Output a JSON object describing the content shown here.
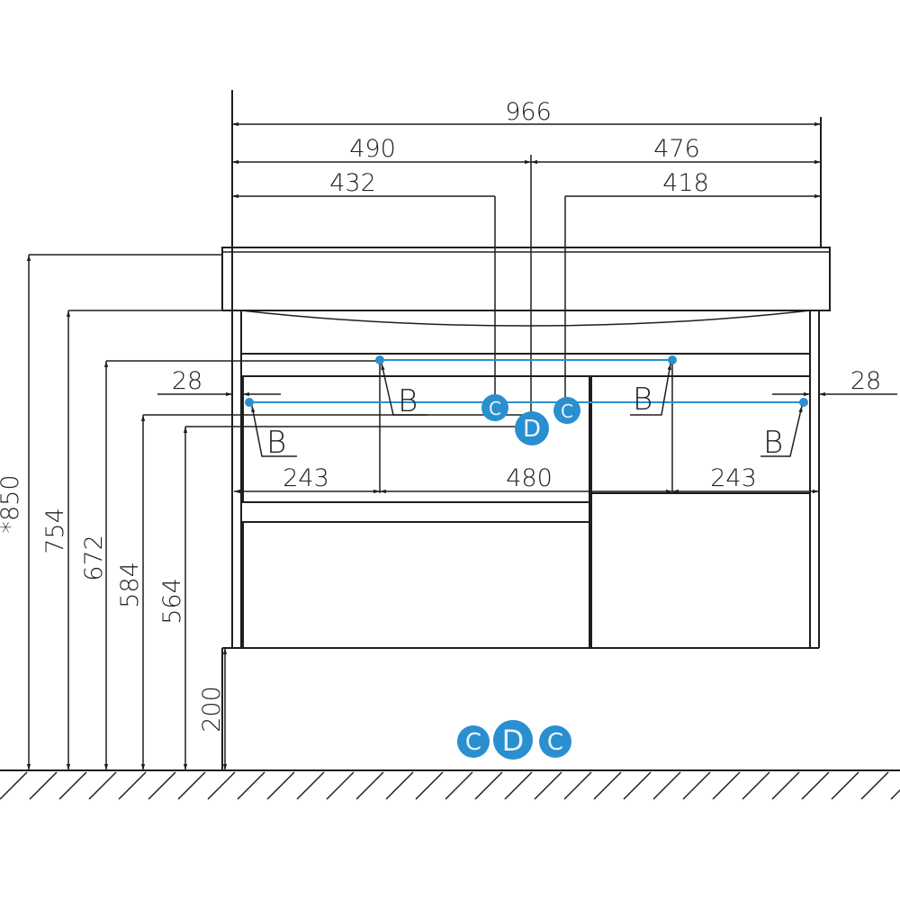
{
  "colors": {
    "line": "#1e1e1e",
    "accent": "#2a8fcf"
  },
  "dimensions": {
    "total_width": "966",
    "left_width": "490",
    "right_width": "476",
    "left_c_offset": "432",
    "right_c_offset": "418",
    "left_inset": "28",
    "right_inset": "28",
    "left_drawer": "243",
    "middle_span": "480",
    "right_drawer": "243",
    "total_height": "*850",
    "h754": "754",
    "h672": "672",
    "h584": "584",
    "h564": "564",
    "h200": "200"
  },
  "labels": {
    "b": "B",
    "c": "C",
    "d": "D"
  },
  "legend": [
    "C",
    "D",
    "C"
  ]
}
